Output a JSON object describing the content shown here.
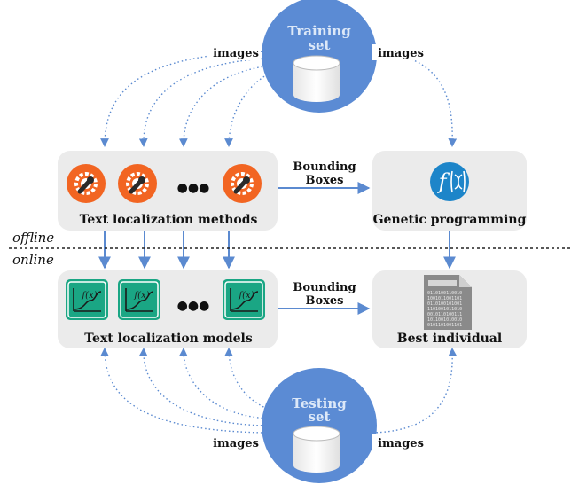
{
  "training_set": {
    "line1": "Training",
    "line2": "set"
  },
  "testing_set": {
    "line1": "Testing",
    "line2": "set"
  },
  "images_label": "images",
  "bounding_boxes": {
    "line1": "Bounding",
    "line2": "Boxes"
  },
  "methods_box": {
    "label": "Text localization methods"
  },
  "models_box": {
    "label": "Text localization models"
  },
  "gp_box": {
    "label": "Genetic programming"
  },
  "best_box": {
    "label": "Best individual"
  },
  "offline_label": "offline",
  "online_label": "online",
  "ellipsis": "●●●",
  "fx_label": "f(x)",
  "colors": {
    "circle": "#5b8bd4",
    "box": "#ebebeb",
    "arrow": "#5b8ad0",
    "method_icon": "#f26522",
    "model_icon": "#1aa684"
  },
  "icons": [
    "database-icon",
    "wrench-gear-icon",
    "function-chart-icon",
    "f-dna-icon",
    "binary-document-icon"
  ]
}
